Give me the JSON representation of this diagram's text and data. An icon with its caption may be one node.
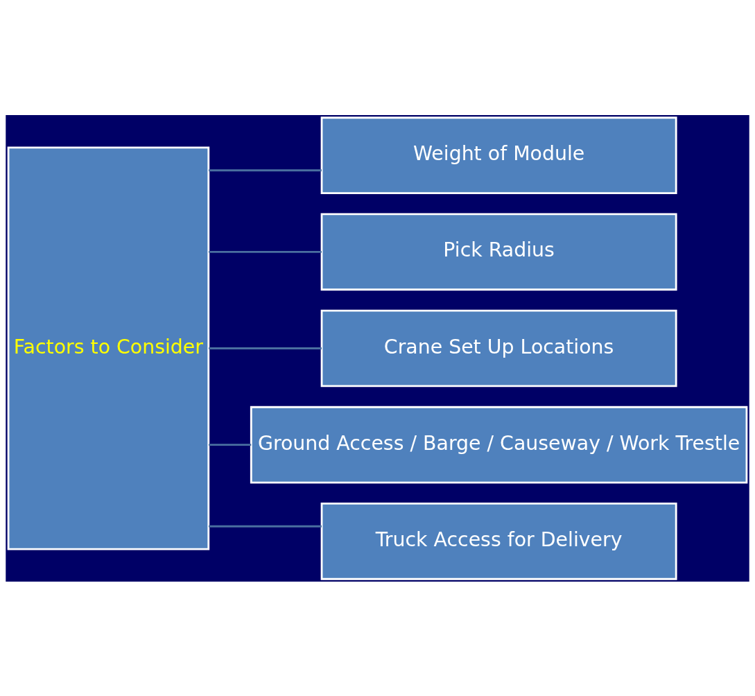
{
  "diagram": {
    "nodes": [
      {
        "text": [
          "Factors to Consider"
        ]
      },
      {
        "text": [
          "Weight of Module"
        ]
      },
      {
        "text": [
          "Pick Radius"
        ]
      },
      {
        "text": [
          "Crane Set Up Locations"
        ]
      },
      {
        "text": [
          "Ground Access / Barge / Causeway / Work Trestle"
        ]
      },
      {
        "text": [
          "Truck Access for Delivery"
        ]
      }
    ],
    "edges": [
      {
        "from": 0,
        "to": 1,
        "arrow": "none"
      },
      {
        "from": 0,
        "to": 2,
        "arrow": "none"
      },
      {
        "from": 0,
        "to": 3,
        "arrow": "none"
      },
      {
        "from": 0,
        "to": 4,
        "arrow": "none"
      },
      {
        "from": 0,
        "to": 5,
        "arrow": "none"
      }
    ]
  }
}
